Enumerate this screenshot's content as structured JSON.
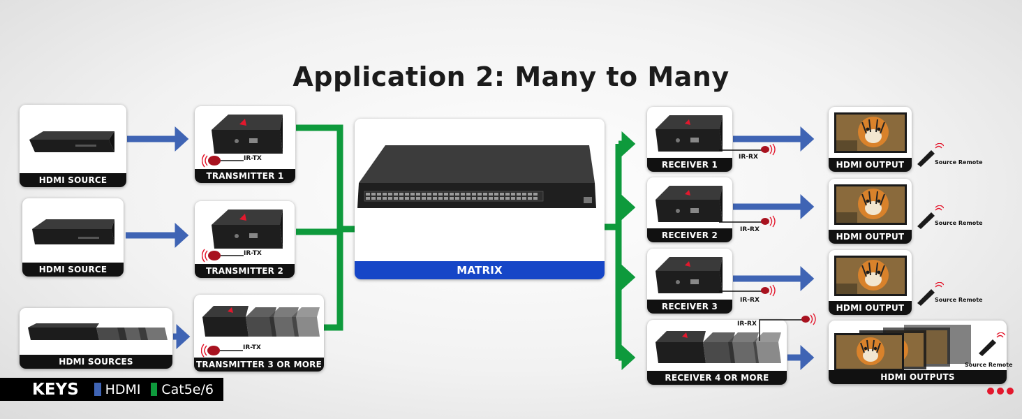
{
  "title": "Application 2: Many to Many",
  "sources": [
    {
      "label": "HDMI SOURCE"
    },
    {
      "label": "HDMI SOURCE"
    },
    {
      "label": "HDMI SOURCES"
    }
  ],
  "transmitters": [
    {
      "label": "TRANSMITTER 1",
      "ir": "IR-TX"
    },
    {
      "label": "TRANSMITTER 2",
      "ir": "IR-TX"
    },
    {
      "label": "TRANSMITTER 3 OR MORE",
      "ir": "IR-TX"
    }
  ],
  "matrix": {
    "label": "MATRIX"
  },
  "receivers": [
    {
      "label": "RECEIVER 1",
      "ir": "IR-RX"
    },
    {
      "label": "RECEIVER 2",
      "ir": "IR-RX"
    },
    {
      "label": "RECEIVER 3",
      "ir": "IR-RX"
    },
    {
      "label": "RECEIVER 4 OR MORE",
      "ir": "IR-RX"
    }
  ],
  "outputs": [
    {
      "label": "HDMI OUTPUT",
      "remote": "Source Remote"
    },
    {
      "label": "HDMI OUTPUT",
      "remote": "Source Remote"
    },
    {
      "label": "HDMI OUTPUT",
      "remote": "Source Remote"
    },
    {
      "label": "HDMI OUTPUTS",
      "remote": "Source Remote"
    }
  ],
  "keys": {
    "title": "KEYS",
    "hdmi": {
      "label": "HDMI",
      "color": "#3f64b4"
    },
    "cat": {
      "label": "Cat5e/6",
      "color": "#0e9a3c"
    }
  },
  "colors": {
    "hdmi_arrow": "#3f64b4",
    "cat_line": "#0e9a3c",
    "matrix_bar": "#1646c7",
    "more_dots": "#e3182d"
  }
}
